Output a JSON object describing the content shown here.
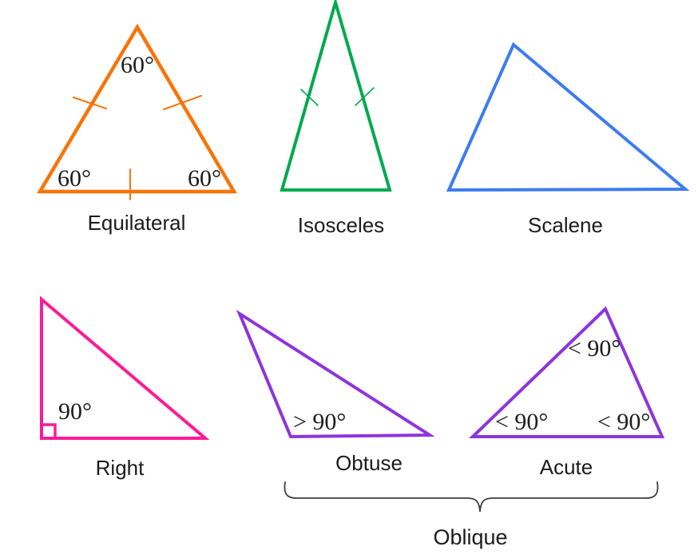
{
  "diagram": {
    "background_color": "#ffffff",
    "text_color": "#1c1c1c"
  },
  "triangles": {
    "equilateral": {
      "label": "Equilateral",
      "color": "#F87408",
      "angle_top": "60°",
      "angle_bottom_left": "60°",
      "angle_bottom_right": "60°"
    },
    "isosceles": {
      "label": "Isosceles",
      "color": "#00A94F"
    },
    "scalene": {
      "label": "Scalene",
      "color": "#3D7BF0"
    },
    "right": {
      "label": "Right",
      "color": "#FB1B96",
      "angle": "90°"
    },
    "obtuse": {
      "label": "Obtuse",
      "color": "#8D35DB",
      "angle": "> 90°"
    },
    "acute": {
      "label": "Acute",
      "color": "#8D35DB",
      "angle_top": "< 90°",
      "angle_bottom_left": "< 90°",
      "angle_bottom_right": "< 90°"
    }
  },
  "oblique_group": {
    "label": "Oblique",
    "brace_color": "#3F3F3F"
  }
}
